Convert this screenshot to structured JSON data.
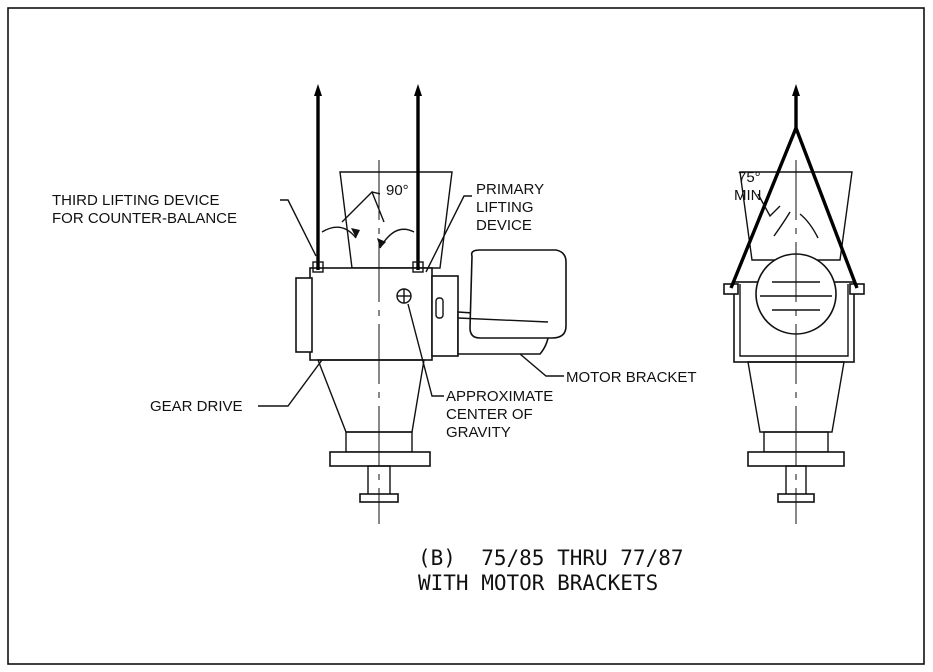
{
  "labels": {
    "third_lifting_line1": "THIRD LIFTING DEVICE",
    "third_lifting_line2": "FOR COUNTER-BALANCE",
    "angle_90": "90°",
    "primary_line1": "PRIMARY",
    "primary_line2": "LIFTING",
    "primary_line3": "DEVICE",
    "angle_75": "75°",
    "angle_75_min": "MIN",
    "gear_drive": "GEAR DRIVE",
    "motor_bracket": "MOTOR BRACKET",
    "cog_line1": "APPROXIMATE",
    "cog_line2": "CENTER OF",
    "cog_line3": "GRAVITY"
  },
  "caption": {
    "line1": "(B)  75/85 THRU 77/87",
    "line2": "WITH MOTOR BRACKETS"
  }
}
